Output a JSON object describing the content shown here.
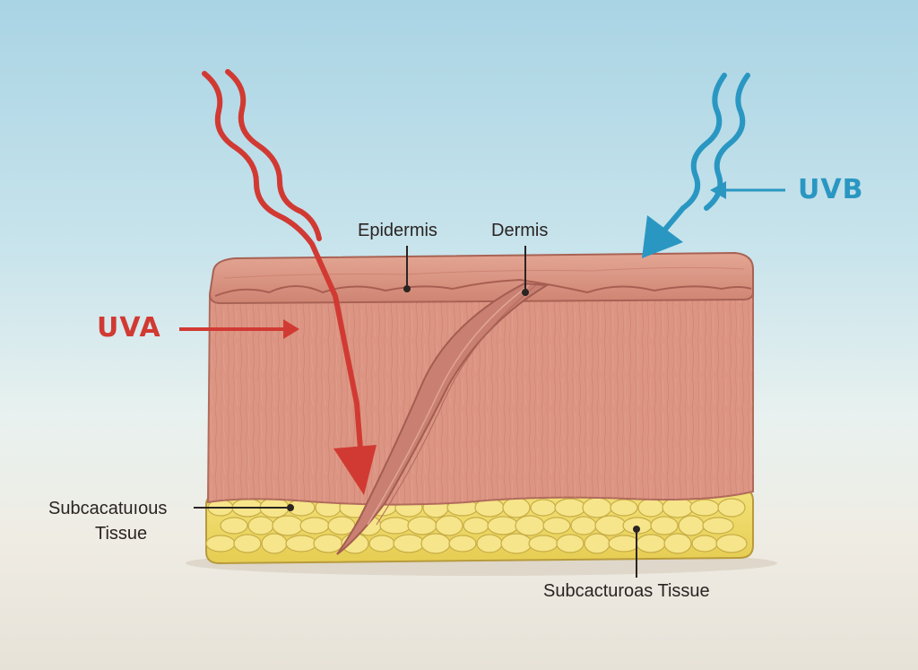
{
  "labels": {
    "epidermis": "Epidermis",
    "dermis": "Dermis",
    "uva": "UVA",
    "uvb": "UVB",
    "subcutaneous_left_line1": "Subcacatuıous",
    "subcutaneous_left_line2": "Tissue",
    "subcutaneous_right": "Subcacturoas Tissue"
  },
  "colors": {
    "uva": "#d13a33",
    "uvb": "#2a97c2",
    "epidermis": "#d58a7b",
    "dermis": "#dc9583",
    "fat": "#eed95f",
    "leader": "#2a2422"
  }
}
